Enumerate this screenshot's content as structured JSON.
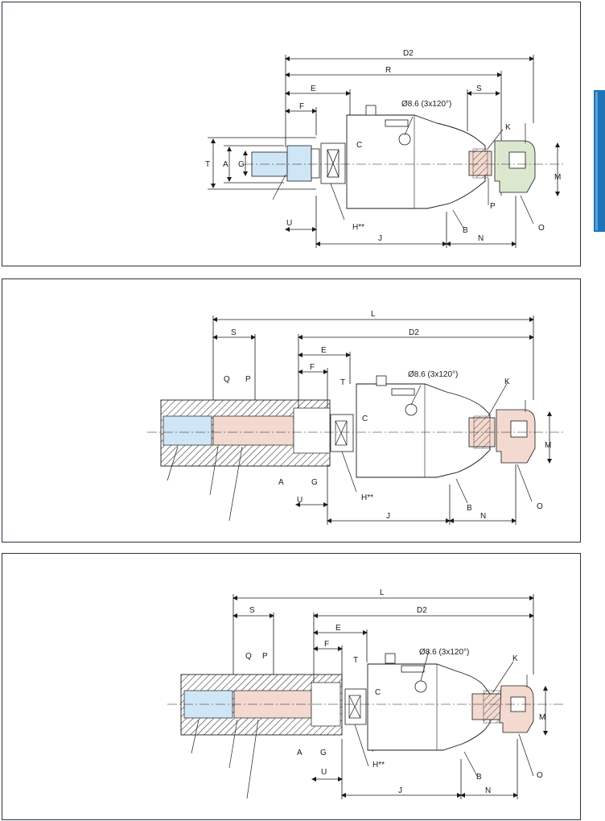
{
  "side_tab": {
    "color": "#1f74b8"
  },
  "colors": {
    "pink": "#f3d9cf",
    "blue": "#cfe6f6",
    "green": "#dbe8cf",
    "line": "#1a1a1a",
    "border": "#2d3140"
  },
  "panels": [
    {
      "dims": [
        "D2",
        "R",
        "E",
        "S",
        "F",
        "K",
        "C",
        "T",
        "A",
        "G",
        "M",
        "P",
        "B",
        "N",
        "O",
        "U",
        "H**",
        "J"
      ],
      "hole": "Ø8.6 (3x120°)"
    },
    {
      "dims": [
        "L",
        "S",
        "D2",
        "E",
        "F",
        "Q",
        "P",
        "T",
        "K",
        "C",
        "M",
        "A",
        "G",
        "U",
        "H**",
        "B",
        "O",
        "J",
        "N"
      ],
      "hole": "Ø8.6 (3x120°)"
    },
    {
      "dims": [
        "L",
        "S",
        "D2",
        "E",
        "F",
        "Q",
        "P",
        "T",
        "K",
        "C",
        "M",
        "A",
        "G",
        "U",
        "H**",
        "B",
        "O",
        "J",
        "N"
      ],
      "hole": "Ø8.6 (3x120°)"
    }
  ]
}
